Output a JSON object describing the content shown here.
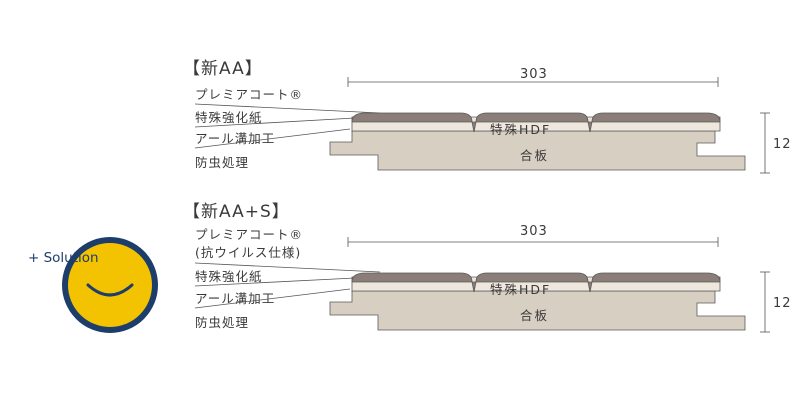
{
  "badge": {
    "label": "+ Solution"
  },
  "products": [
    {
      "title": "【新AA】",
      "layers": [
        "プレミアコート®",
        "特殊強化紙",
        "アール溝加工",
        "防虫処理"
      ],
      "width_label": "303",
      "thickness_label": "12",
      "core_label": "特殊HDF",
      "base_label": "合板"
    },
    {
      "title": "【新AA+S】",
      "layers": [
        "プレミアコート®",
        "(抗ウイルス仕様)",
        "特殊強化紙",
        "アール溝加工",
        "防虫処理"
      ],
      "width_label": "303",
      "thickness_label": "12",
      "core_label": "特殊HDF",
      "base_label": "合板"
    }
  ],
  "colors": {
    "coat": "#8b7e78",
    "hdf": "#eee7dd",
    "base": "#d8cfc3",
    "outline": "#5a5a5a",
    "badge_fill": "#f3c200",
    "badge_ring": "#1d3e6b"
  }
}
